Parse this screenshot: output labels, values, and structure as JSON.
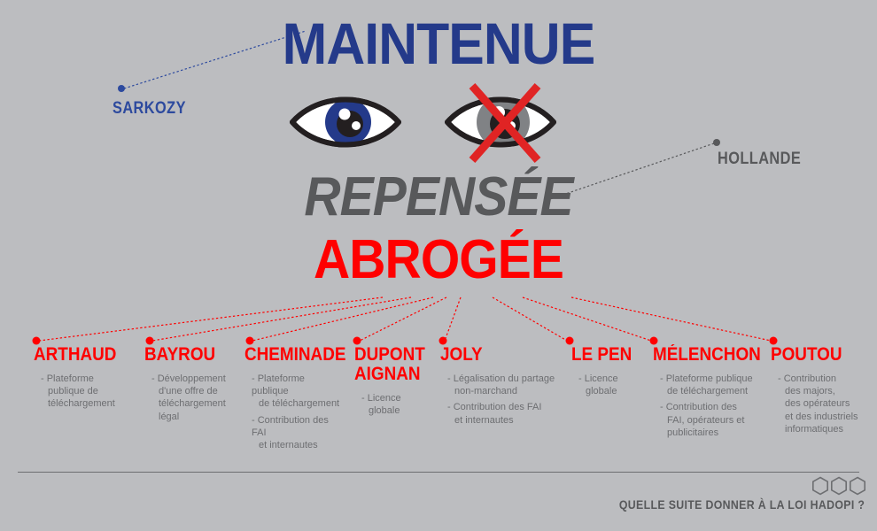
{
  "theme": {
    "background": "#bcbdc0",
    "blue": "#243a8a",
    "gray": "#58595b",
    "red": "#ff0000",
    "body_text": "#6d6e71"
  },
  "headline": {
    "maintenue": "MAINTENUE",
    "repensee": "REPENSÉE",
    "abrogee": "ABROGÉE"
  },
  "eyes": {
    "open_eye_icon": "eye-open-icon",
    "crossed_eye_icon": "eye-crossed-out-icon"
  },
  "annotations": [
    {
      "name": "SARKOZY",
      "color": "#2d4a9e"
    },
    {
      "name": "HOLLANDE",
      "color": "#58595b"
    }
  ],
  "candidates": [
    {
      "name": "ARTHAUD",
      "points": [
        "Plateforme",
        "publique de",
        "téléchargement"
      ],
      "lines": [
        [
          "- Plateforme",
          "publique de",
          "téléchargement"
        ]
      ]
    },
    {
      "name": "BAYROU",
      "lines": [
        [
          "- Développement",
          "d'une offre de",
          "téléchargement",
          "légal"
        ]
      ]
    },
    {
      "name": "CHEMINADE",
      "lines": [
        [
          "- Plateforme publique",
          "de téléchargement"
        ],
        [
          "- Contribution des FAI",
          "et internautes"
        ]
      ]
    },
    {
      "name": "DUPONT AIGNAN",
      "name_lines": [
        "DUPONT",
        "AIGNAN"
      ],
      "lines": [
        [
          "- Licence",
          "globale"
        ]
      ]
    },
    {
      "name": "JOLY",
      "lines": [
        [
          "- Légalisation du partage",
          "non-marchand"
        ],
        [
          "- Contribution des FAI",
          "et internautes"
        ]
      ]
    },
    {
      "name": "LE PEN",
      "lines": [
        [
          "- Licence",
          "globale"
        ]
      ]
    },
    {
      "name": "MÉLENCHON",
      "lines": [
        [
          "- Plateforme publique",
          "de téléchargement"
        ],
        [
          "- Contribution des",
          "FAI, opérateurs et",
          "publicitaires"
        ]
      ]
    },
    {
      "name": "POUTOU",
      "lines": [
        [
          "- Contribution",
          "des majors,",
          "des opérateurs",
          "et des industriels",
          "informatiques"
        ]
      ]
    }
  ],
  "footer": {
    "caption": "QUELLE SUITE DONNER À LA LOI HADOPI ?",
    "hexagon_count": 3,
    "hexagon_icon": "hexagon-outline-icon"
  }
}
